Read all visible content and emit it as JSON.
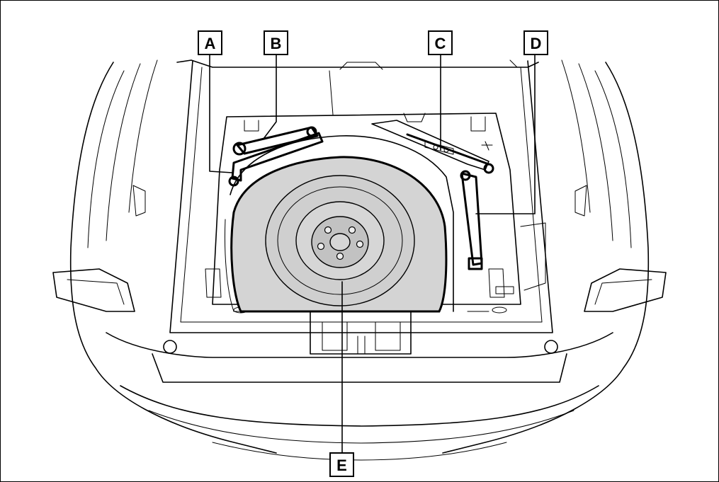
{
  "diagram": {
    "callouts": [
      {
        "id": "A",
        "label": "A"
      },
      {
        "id": "B",
        "label": "B"
      },
      {
        "id": "C",
        "label": "C"
      },
      {
        "id": "D",
        "label": "D"
      },
      {
        "id": "E",
        "label": "E"
      }
    ],
    "colors": {
      "line": "#000000",
      "tire_fill": "#d4d4d4",
      "tire_fill_dark": "#c2c2c2",
      "background": "#ffffff"
    }
  }
}
